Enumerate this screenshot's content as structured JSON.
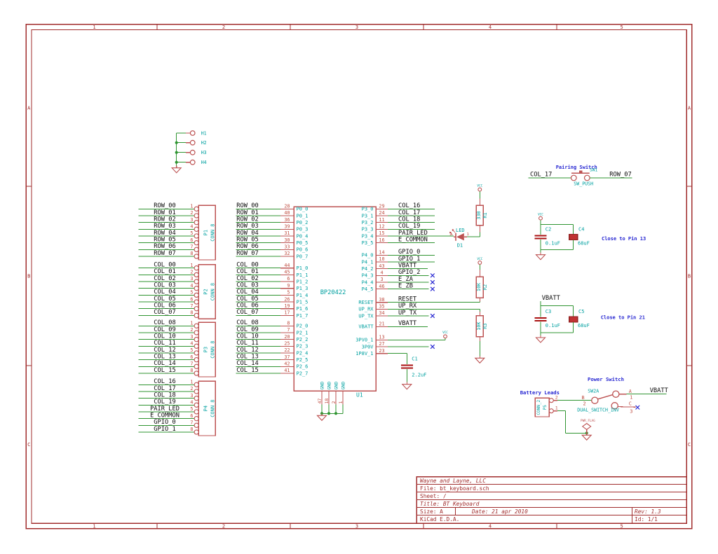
{
  "colors": {
    "wire": "#2f9431",
    "component": "#bc5151",
    "pin_number": "#c05044",
    "pin_name": "#00a0a0",
    "net_label": "#0a0a0a",
    "note": "#2828d2",
    "no_connect": "#2828d2",
    "frame": "#a02c2c",
    "cap_plate": "#aa1111",
    "polar_cap_fill": "#c03333",
    "junction": "#2f9431"
  },
  "frame": {
    "columns": [
      "1",
      "2",
      "3",
      "4",
      "5"
    ],
    "rows": [
      "A",
      "B",
      "C"
    ]
  },
  "title_block": {
    "company": "Wayne and Layne, LLC",
    "file": "File: bt_keyboard.sch",
    "sheet": "Sheet: /",
    "title": "Title: BT Keyboard",
    "size": "Size: A",
    "date": "Date: 21 apr 2010",
    "rev": "Rev: 1.3",
    "kicad": "KiCad E.D.A.",
    "id": "Id: 1/1"
  },
  "notes": {
    "pairing": "Pairing Switch",
    "pin13": "Close to Pin 13",
    "pin21": "Close to Pin 21",
    "power": "Power Switch",
    "battery": "Battery Leads"
  },
  "power_symbols": {
    "vcc": "VCC",
    "vbatt": "VBATT",
    "pwr_flag": "PWR_FLAG"
  },
  "holes": {
    "labels": [
      "H1",
      "H2",
      "H3",
      "H4"
    ]
  },
  "connectors": [
    {
      "ref": "P1",
      "value": "CONN_8",
      "nets": [
        "ROW_00",
        "ROW_01",
        "ROW_02",
        "ROW_03",
        "ROW_04",
        "ROW_05",
        "ROW_06",
        "ROW_07"
      ]
    },
    {
      "ref": "P2",
      "value": "CONN_8",
      "nets": [
        "COL_00",
        "COL_01",
        "COL_02",
        "COL_03",
        "COL_04",
        "COL_05",
        "COL_06",
        "COL_07"
      ]
    },
    {
      "ref": "P3",
      "value": "CONN_8",
      "nets": [
        "COL_08",
        "COL_09",
        "COL_10",
        "COL_11",
        "COL_12",
        "COL_13",
        "COL_14",
        "COL_15"
      ]
    },
    {
      "ref": "P4",
      "value": "CONN_8",
      "nets": [
        "COL_16",
        "COL_17",
        "COL_18",
        "COL_19",
        "PAIR_LED",
        "E_COMMON",
        "GPIO_0",
        "GPIO_1"
      ]
    }
  ],
  "battery_connector": {
    "ref": "P5",
    "value": "CONN_2",
    "pin_numbers": [
      "2",
      "1"
    ]
  },
  "ic": {
    "ref": "U1",
    "value": "BP20422",
    "left_groups": [
      {
        "pins": [
          [
            "28",
            "P0_0",
            "ROW_00"
          ],
          [
            "40",
            "P0_1",
            "ROW_01"
          ],
          [
            "36",
            "P0_2",
            "ROW_02"
          ],
          [
            "39",
            "P0_3",
            "ROW_03"
          ],
          [
            "31",
            "P0_4",
            "ROW_04"
          ],
          [
            "30",
            "P0_5",
            "ROW_05"
          ],
          [
            "33",
            "P0_6",
            "ROW_06"
          ],
          [
            "32",
            "P0_7",
            "ROW_07"
          ]
        ]
      },
      {
        "pins": [
          [
            "44",
            "P1_0",
            "COL_00"
          ],
          [
            "45",
            "P1_1",
            "COL_01"
          ],
          [
            "6",
            "P1_2",
            "COL_02"
          ],
          [
            "9",
            "P1_3",
            "COL_03"
          ],
          [
            "5",
            "P1_4",
            "COL_04"
          ],
          [
            "26",
            "P1_5",
            "COL_05"
          ],
          [
            "19",
            "P1_6",
            "COL_06"
          ],
          [
            "17",
            "P1_7",
            "COL_07"
          ]
        ]
      },
      {
        "pins": [
          [
            "8",
            "P2_0",
            "COL_08"
          ],
          [
            "7",
            "P2_1",
            "COL_09"
          ],
          [
            "20",
            "P2_2",
            "COL_10"
          ],
          [
            "25",
            "P2_3",
            "COL_11"
          ],
          [
            "22",
            "P2_4",
            "COL_12"
          ],
          [
            "37",
            "P2_5",
            "COL_13"
          ],
          [
            "42",
            "P2_6",
            "COL_14"
          ],
          [
            "41",
            "P2_7",
            "COL_15"
          ]
        ]
      }
    ],
    "right_groups": [
      {
        "pins": [
          [
            "29",
            "P3_0",
            "COL_16"
          ],
          [
            "24",
            "P3_1",
            "COL_17"
          ],
          [
            "11",
            "P3_2",
            "COL_18"
          ],
          [
            "12",
            "P3_3",
            "COL_19"
          ],
          [
            "15",
            "P3_4",
            "PAIR_LED"
          ],
          [
            "16",
            "P3_5",
            "E_COMMON"
          ]
        ]
      },
      {
        "pins": [
          [
            "14",
            "P4_0",
            "GPIO_0"
          ],
          [
            "10",
            "P4_1",
            "GPIO_1"
          ],
          [
            "43",
            "P4_2",
            "VBATT"
          ],
          [
            "4",
            "P4_3",
            "GPIO_2"
          ],
          [
            "3",
            "P4_4",
            "E_ZA"
          ],
          [
            "46",
            "P4_5",
            "E_ZB"
          ]
        ]
      }
    ],
    "right_pins2": [
      [
        "38",
        "RESET",
        "RESET"
      ],
      [
        "35",
        "UP_RX",
        "UP_RX"
      ],
      [
        "34",
        "UP_TX",
        "UP_TX"
      ],
      [
        "21",
        "VBATT",
        "VBATT"
      ],
      [
        "13",
        "3PV0_1",
        ""
      ],
      [
        "27",
        "3P0V",
        ""
      ],
      [
        "23",
        "1P8V_1",
        ""
      ]
    ],
    "gnd_pins": [
      [
        "47",
        "GND"
      ],
      [
        "18",
        "GND"
      ],
      [
        "2",
        "GND"
      ],
      [
        "1",
        "GND"
      ]
    ]
  },
  "resistors": [
    {
      "ref": "R1",
      "value": "330"
    },
    {
      "ref": "R2",
      "value": "10K"
    },
    {
      "ref": "R3",
      "value": "10K"
    }
  ],
  "capacitors": [
    {
      "ref": "C1",
      "value": "2.2uF"
    },
    {
      "ref": "C2",
      "value": "0.1uF"
    },
    {
      "ref": "C3",
      "value": "0.1uF"
    },
    {
      "ref": "C4",
      "value": "68uF"
    },
    {
      "ref": "C5",
      "value": "68uF"
    }
  ],
  "led": {
    "ref": "D1",
    "value": "LED",
    "pins": [
      "2",
      "1"
    ]
  },
  "pairing_switch": {
    "ref": "SW1",
    "value": "SW_PUSH",
    "left_net": "COL_17",
    "right_net": "ROW_07"
  },
  "power_switch": {
    "ref": "SW2A",
    "value": "DUAL_SWITCH_INV",
    "terminals": [
      {
        "name": "A",
        "num": "1"
      },
      {
        "name": "B",
        "num": "2"
      },
      {
        "name": "C",
        "num": "3"
      }
    ],
    "out_net": "VBATT"
  }
}
